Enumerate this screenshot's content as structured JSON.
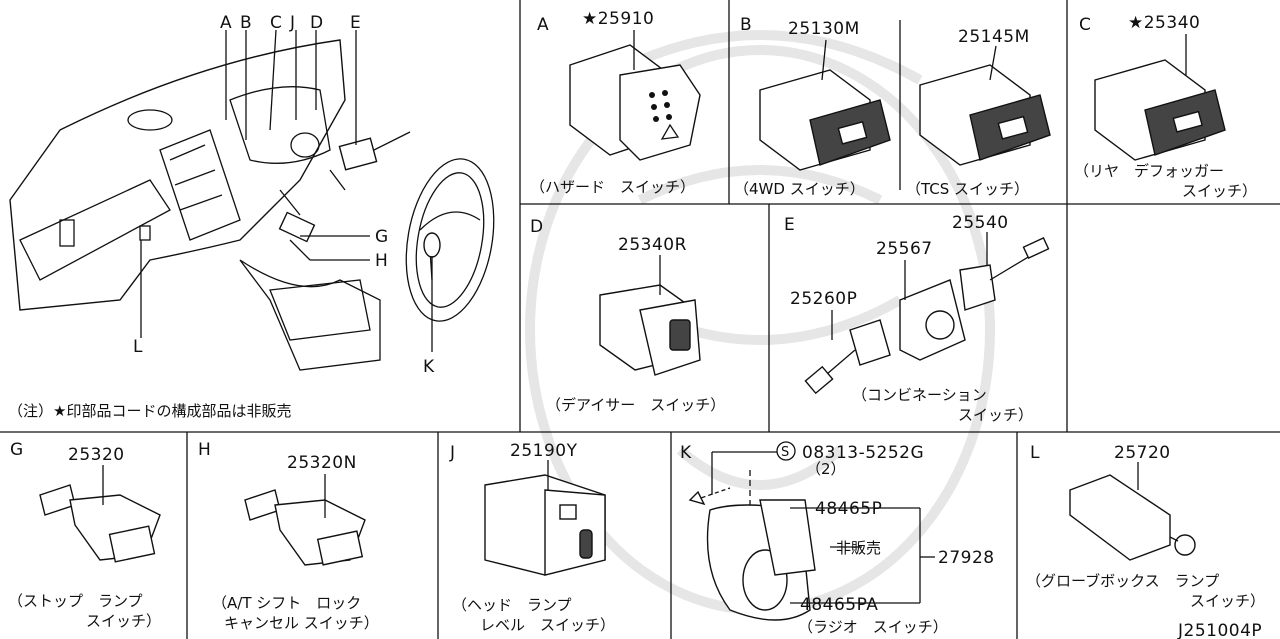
{
  "overview": {
    "callouts": [
      "A",
      "B",
      "C",
      "J",
      "D",
      "E",
      "G",
      "H",
      "L",
      "K"
    ],
    "note": "（注）★印部品コードの構成部品は非販売"
  },
  "panels": {
    "A": {
      "letter": "A",
      "part": "★25910",
      "caption": "（ハザード　スイッチ）"
    },
    "B": {
      "letter": "B",
      "part1": "25130M",
      "part2": "25145M",
      "caption1": "（4WD スイッチ）",
      "caption2": "（TCS スイッチ）"
    },
    "C": {
      "letter": "C",
      "part": "★25340",
      "caption_line1": "（リヤ　デフォッガー",
      "caption_line2": "スイッチ）"
    },
    "D": {
      "letter": "D",
      "part": "25340R",
      "caption": "（デアイサー　スイッチ）"
    },
    "E": {
      "letter": "E",
      "part1": "25540",
      "part2": "25567",
      "part3": "25260P",
      "caption_line1": "（コンビネーション",
      "caption_line2": "スイッチ）"
    },
    "G": {
      "letter": "G",
      "part": "25320",
      "caption_line1": "（ストップ　ランプ",
      "caption_line2": "スイッチ）"
    },
    "H": {
      "letter": "H",
      "part": "25320N",
      "caption_line1": "（A/T シフト　ロック",
      "caption_line2": "キャンセル スイッチ）"
    },
    "J": {
      "letter": "J",
      "part": "25190Y",
      "caption_line1": "（ヘッド　ランプ",
      "caption_line2": "レベル　スイッチ）"
    },
    "K": {
      "letter": "K",
      "screw_symbol": "S",
      "screw_part": "08313-5252G",
      "screw_qty": "（2）",
      "part1": "48465P",
      "not_sold": "非販売",
      "assembly": "27928",
      "part2": "48465PA",
      "caption": "（ラジオ　スイッチ）"
    },
    "L": {
      "letter": "L",
      "part": "25720",
      "caption_line1": "（グローブボックス　ランプ",
      "caption_line2": "スイッチ）"
    }
  },
  "footer": {
    "diagram_code": "J251004P"
  }
}
